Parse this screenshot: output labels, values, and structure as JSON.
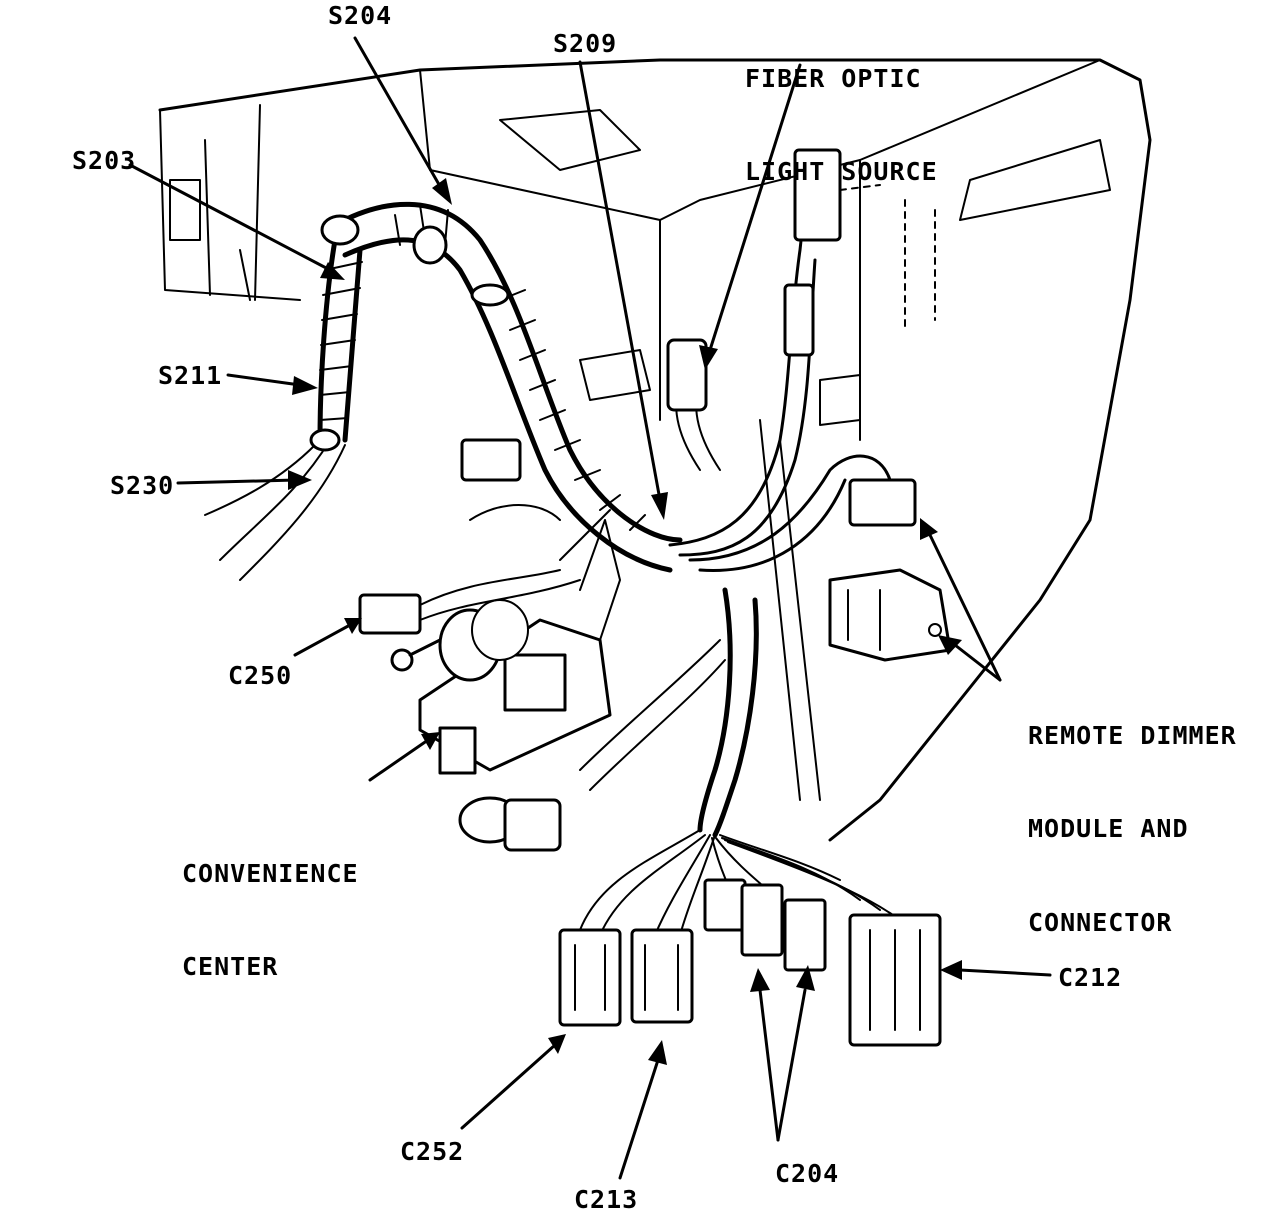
{
  "labels": {
    "s204": "S204",
    "s209": "S209",
    "fiber_optic": [
      "FIBER OPTIC",
      "LIGHT SOURCE"
    ],
    "s203": "S203",
    "s211": "S211",
    "s230": "S230",
    "c250": "C250",
    "convenience_center": [
      "CONVENIENCE",
      "CENTER"
    ],
    "remote_dimmer": [
      "REMOTE DIMMER",
      "MODULE AND",
      "CONNECTOR"
    ],
    "c212": "C212",
    "c252": "C252",
    "c213": "C213",
    "c204": "C204"
  },
  "colors": {
    "ink": "#000000",
    "paper": "#ffffff"
  }
}
